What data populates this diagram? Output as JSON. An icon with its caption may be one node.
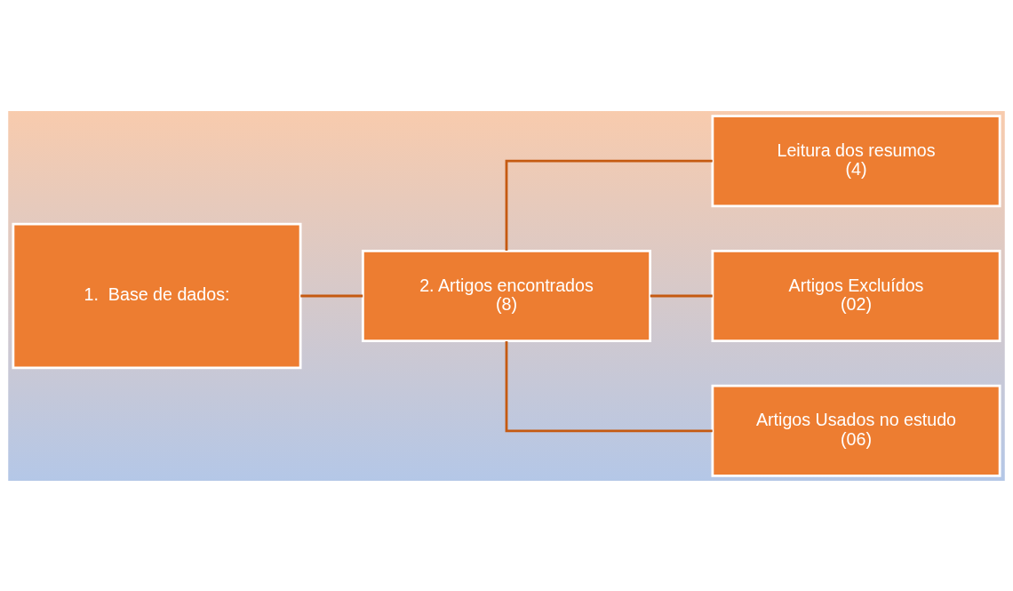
{
  "diagram": {
    "nodes": [
      {
        "text": [
          "1.  Base de dados:"
        ]
      },
      {
        "text": [
          "2. Artigos encontrados",
          "(8)"
        ]
      },
      {
        "text": [
          "Leitura dos resumos",
          "(4)"
        ]
      },
      {
        "text": [
          "Artigos Excluídos",
          "(02)"
        ]
      },
      {
        "text": [
          "Artigos Usados no estudo",
          "(06)"
        ]
      }
    ],
    "edges": [
      {
        "from": 0,
        "to": 1,
        "arrow": "none"
      },
      {
        "from": 1,
        "to": 2,
        "arrow": "none"
      },
      {
        "from": 1,
        "to": 3,
        "arrow": "none"
      },
      {
        "from": 1,
        "to": 4,
        "arrow": "none"
      }
    ]
  }
}
